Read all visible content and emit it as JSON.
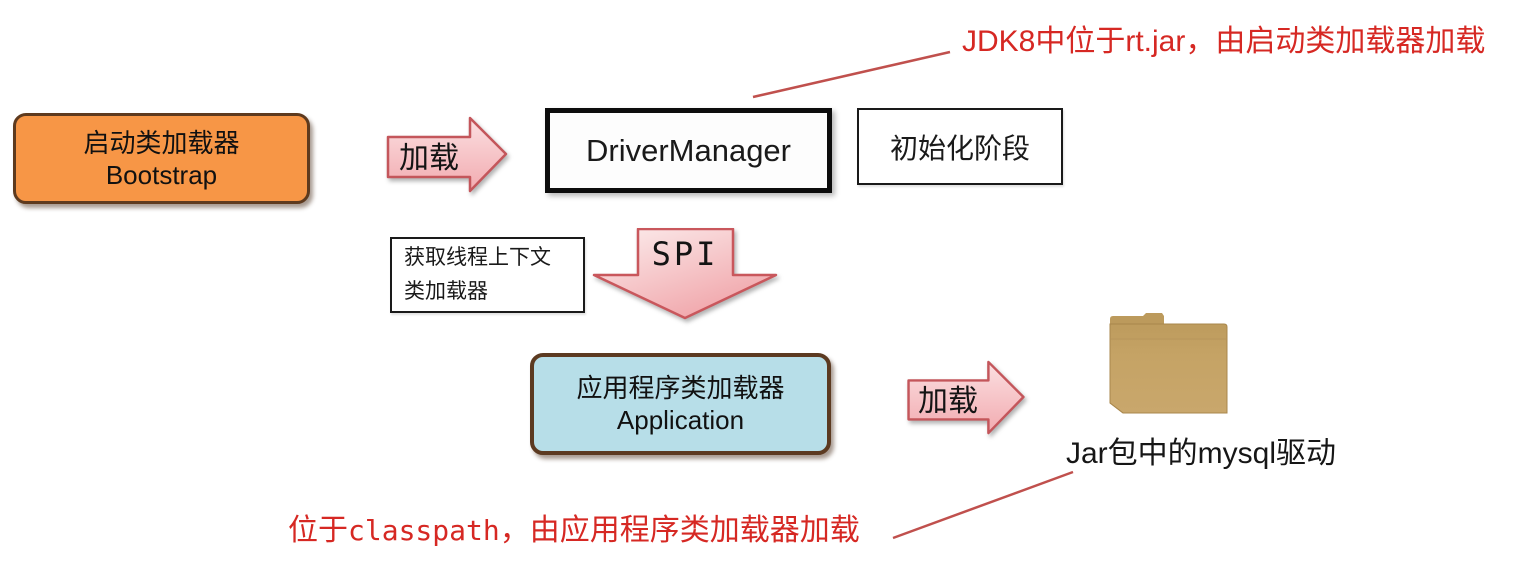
{
  "notes": {
    "top": "JDK8中位于rt.jar，由启动类加载器加载",
    "bottom_prefix": "位于",
    "bottom_code": "classpath",
    "bottom_suffix": "，由应用程序类加载器加载"
  },
  "nodes": {
    "bootstrap": {
      "title": "启动类加载器",
      "subtitle": "Bootstrap"
    },
    "driver_manager": {
      "label": "DriverManager"
    },
    "init_phase": {
      "label": "初始化阶段"
    },
    "thread_context": {
      "line1": "获取线程上下文",
      "line2": "类加载器"
    },
    "application": {
      "title": "应用程序类加载器",
      "subtitle": "Application"
    },
    "jar_folder": {
      "caption": "Jar包中的mysql驱动"
    }
  },
  "arrows": {
    "load_top": {
      "label": "加载"
    },
    "spi": {
      "label": "SPI"
    },
    "load_bottom": {
      "label": "加载"
    }
  },
  "colors": {
    "note_red": "#d62823",
    "callout_line": "#c0504d",
    "bootstrap_fill": "#f79646",
    "bootstrap_border": "#5e3a1e",
    "application_fill": "#b7dee8",
    "application_border": "#5c3a21",
    "arrow_fill_light": "#fbdfe1",
    "arrow_fill_dark": "#f2abb0",
    "arrow_border": "#c4565b",
    "folder_tan": "#c5a365"
  }
}
